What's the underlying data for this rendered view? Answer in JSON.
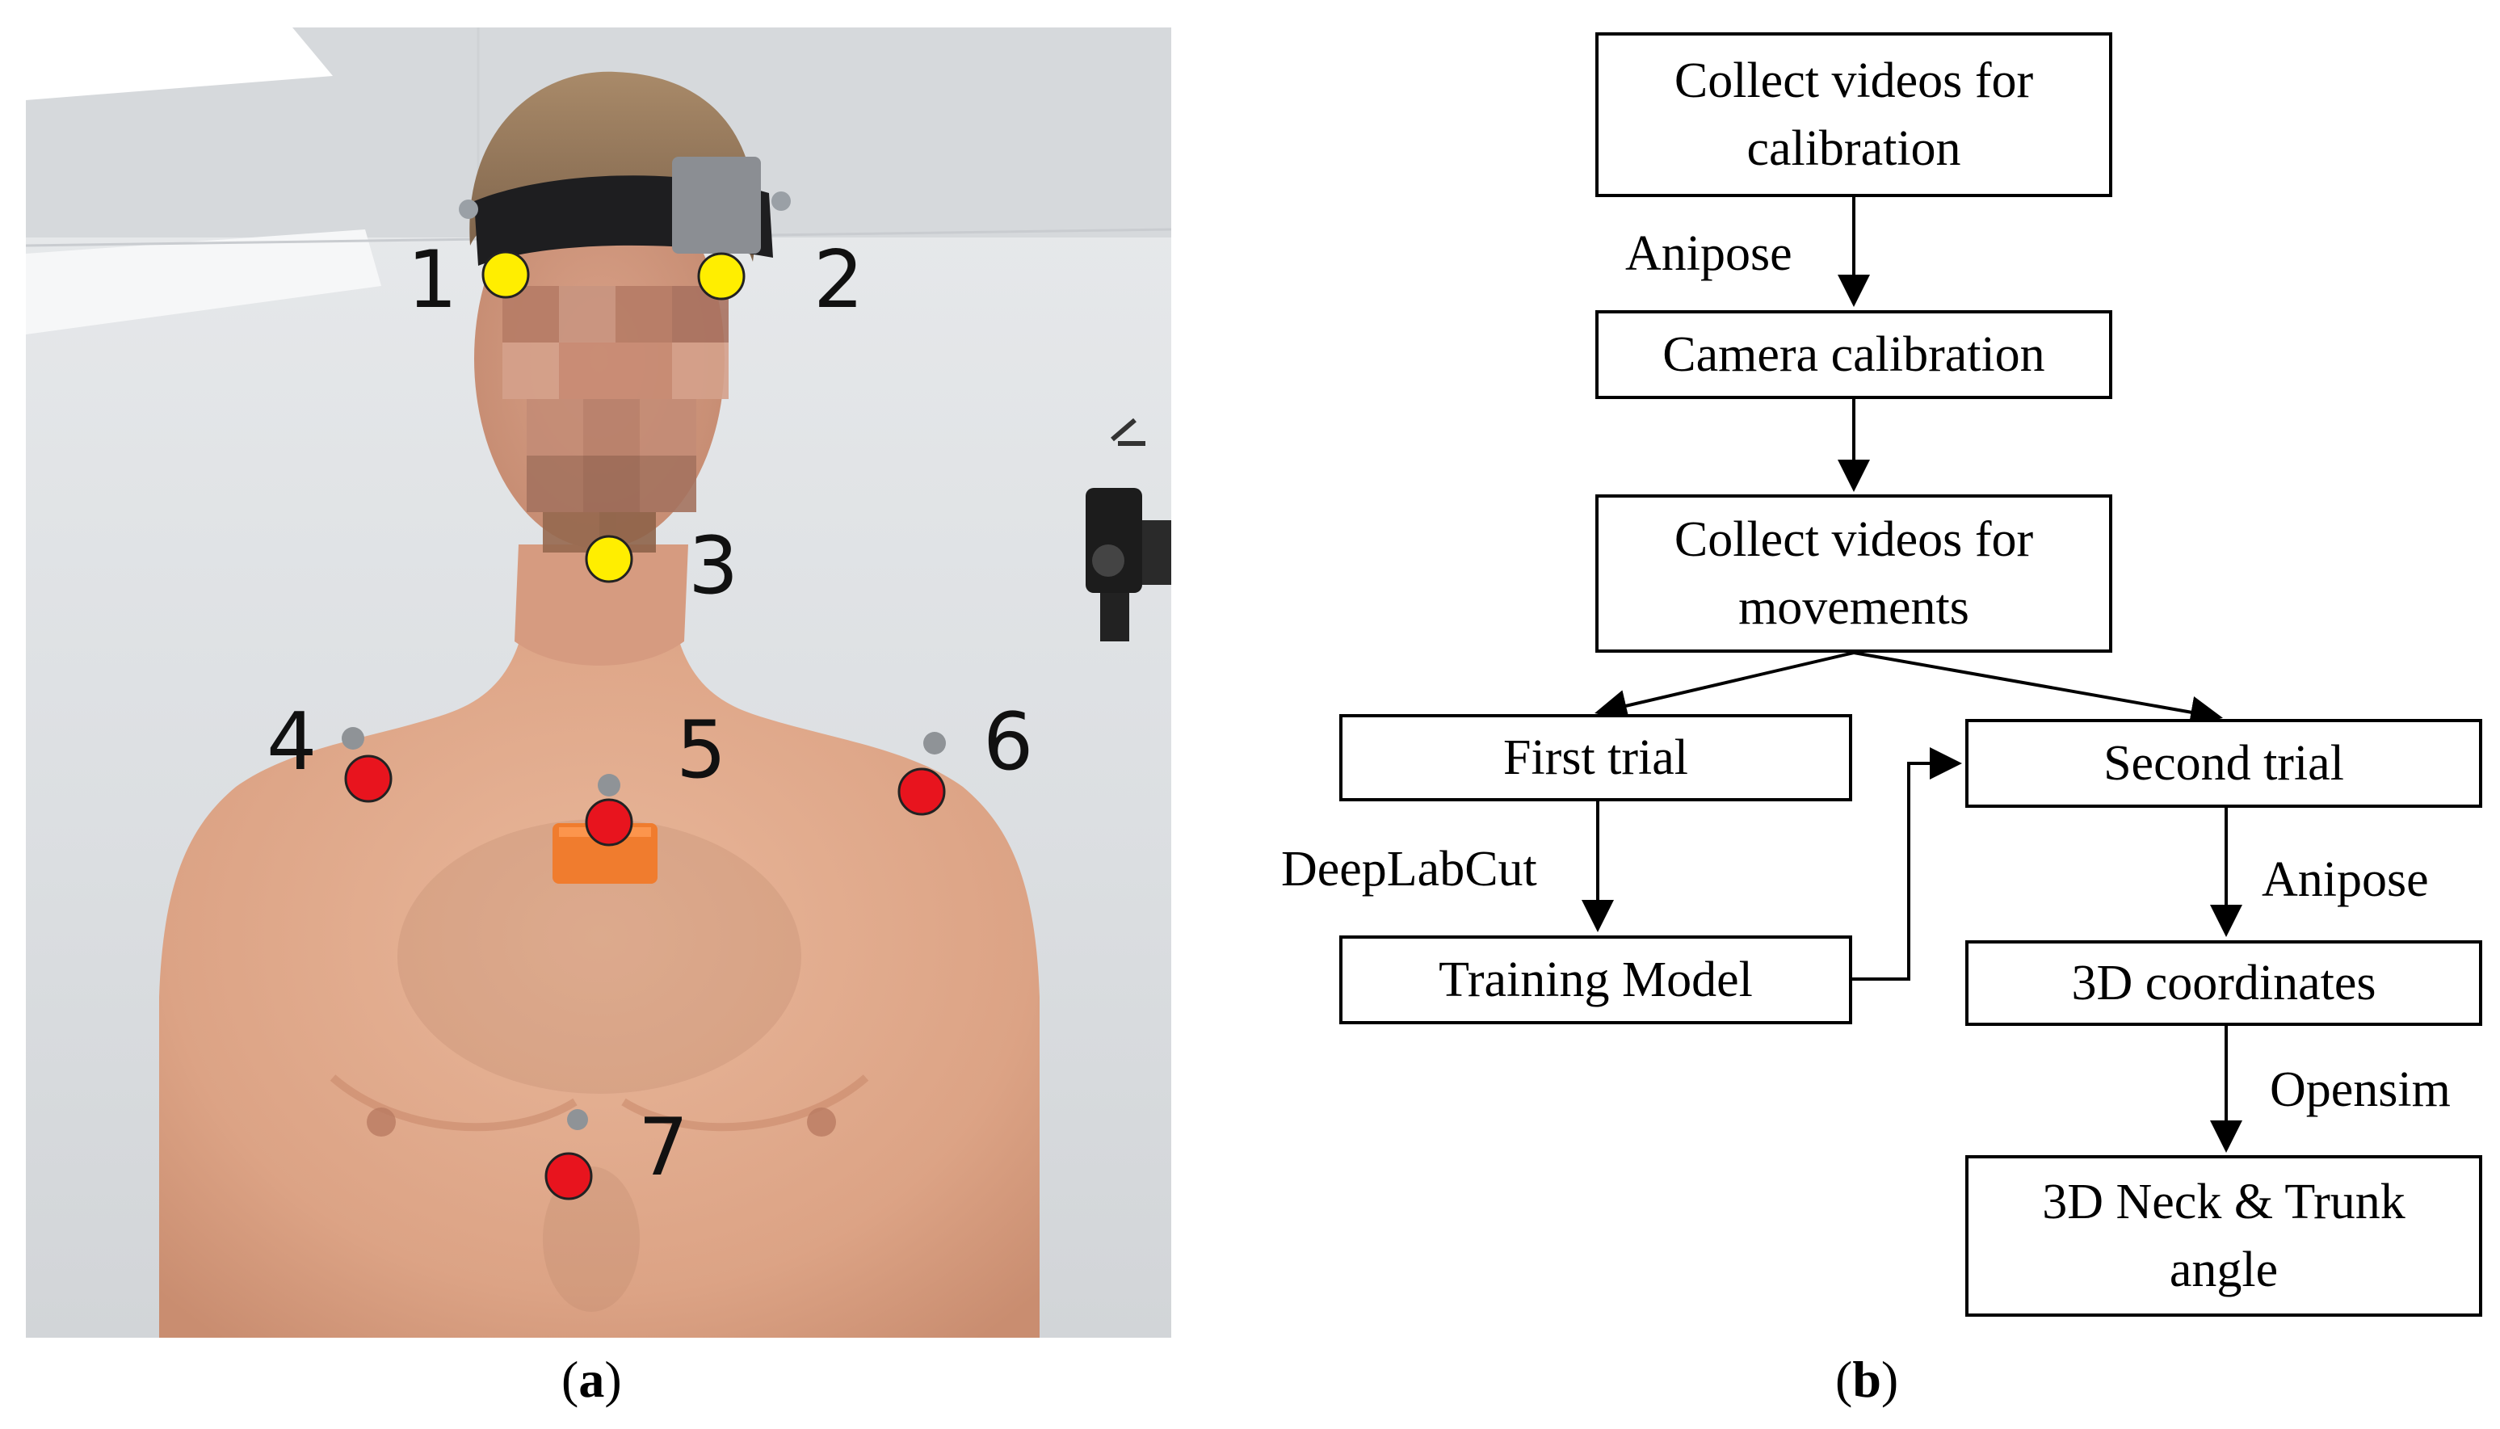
{
  "panel_a": {
    "caption_open": "(",
    "caption_letter": "a",
    "caption_close": ")",
    "markers": [
      {
        "id": "1",
        "label": "1",
        "color": "#ffee00"
      },
      {
        "id": "2",
        "label": "2",
        "color": "#ffee00"
      },
      {
        "id": "3",
        "label": "3",
        "color": "#ffee00"
      },
      {
        "id": "4",
        "label": "4",
        "color": "#e8141e"
      },
      {
        "id": "5",
        "label": "5",
        "color": "#e8141e"
      },
      {
        "id": "6",
        "label": "6",
        "color": "#e8141e"
      },
      {
        "id": "7",
        "label": "7",
        "color": "#e8141e"
      }
    ]
  },
  "panel_b": {
    "caption_open": "(",
    "caption_letter": "b",
    "caption_close": ")",
    "nodes": {
      "collect_calibration": "Collect videos for\ncalibration",
      "camera_calibration": "Camera calibration",
      "collect_movements": "Collect videos for\nmovements",
      "first_trial": "First trial",
      "second_trial": "Second trial",
      "training_model": "Training Model",
      "coordinates_3d": "3D coordinates",
      "neck_trunk_angle": "3D Neck & Trunk\nangle"
    },
    "edge_labels": {
      "anipose_top": "Anipose",
      "deeplabcut": "DeepLabCut",
      "anipose_right": "Anipose",
      "opensim": "Opensim"
    }
  }
}
